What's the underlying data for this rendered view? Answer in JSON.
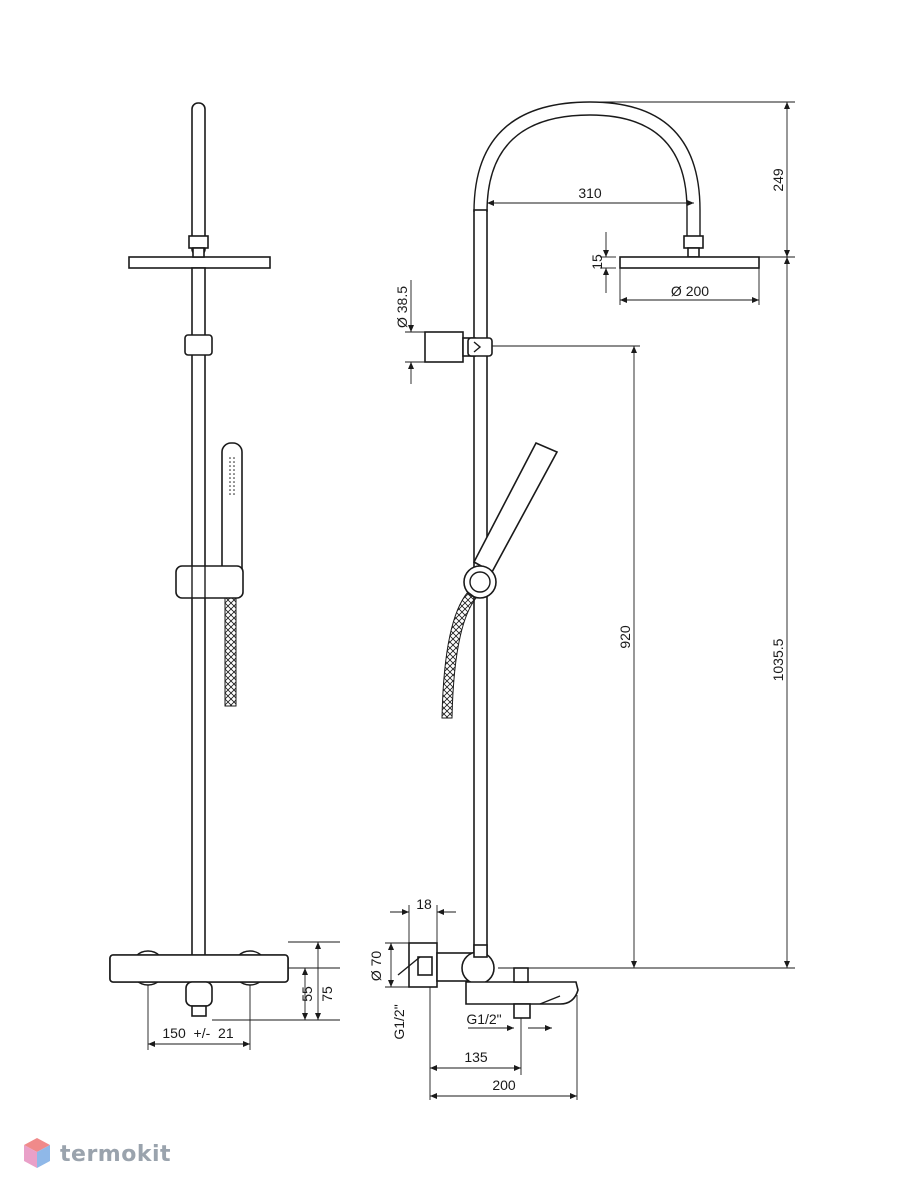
{
  "dimensions": {
    "width_310": "310",
    "height_249": "249",
    "head_thickness": "15",
    "head_diameter": "Ø 200",
    "holder_diameter": "Ø 38.5",
    "height_920": "920",
    "height_1035": "1035.5",
    "depth_18": "18",
    "mixer_diameter": "Ø 70",
    "inlet_left": "G1/2\"",
    "inlet_right": "G1/2\"",
    "spout_135": "135",
    "spout_200": "200",
    "mixer_55": "55",
    "mixer_75": "75",
    "centers": "150  +/-  21"
  },
  "brand": {
    "name": "termokit",
    "colors": {
      "top": "#f08a8a",
      "left": "#e9a0c8",
      "right": "#8fb8e8"
    }
  }
}
